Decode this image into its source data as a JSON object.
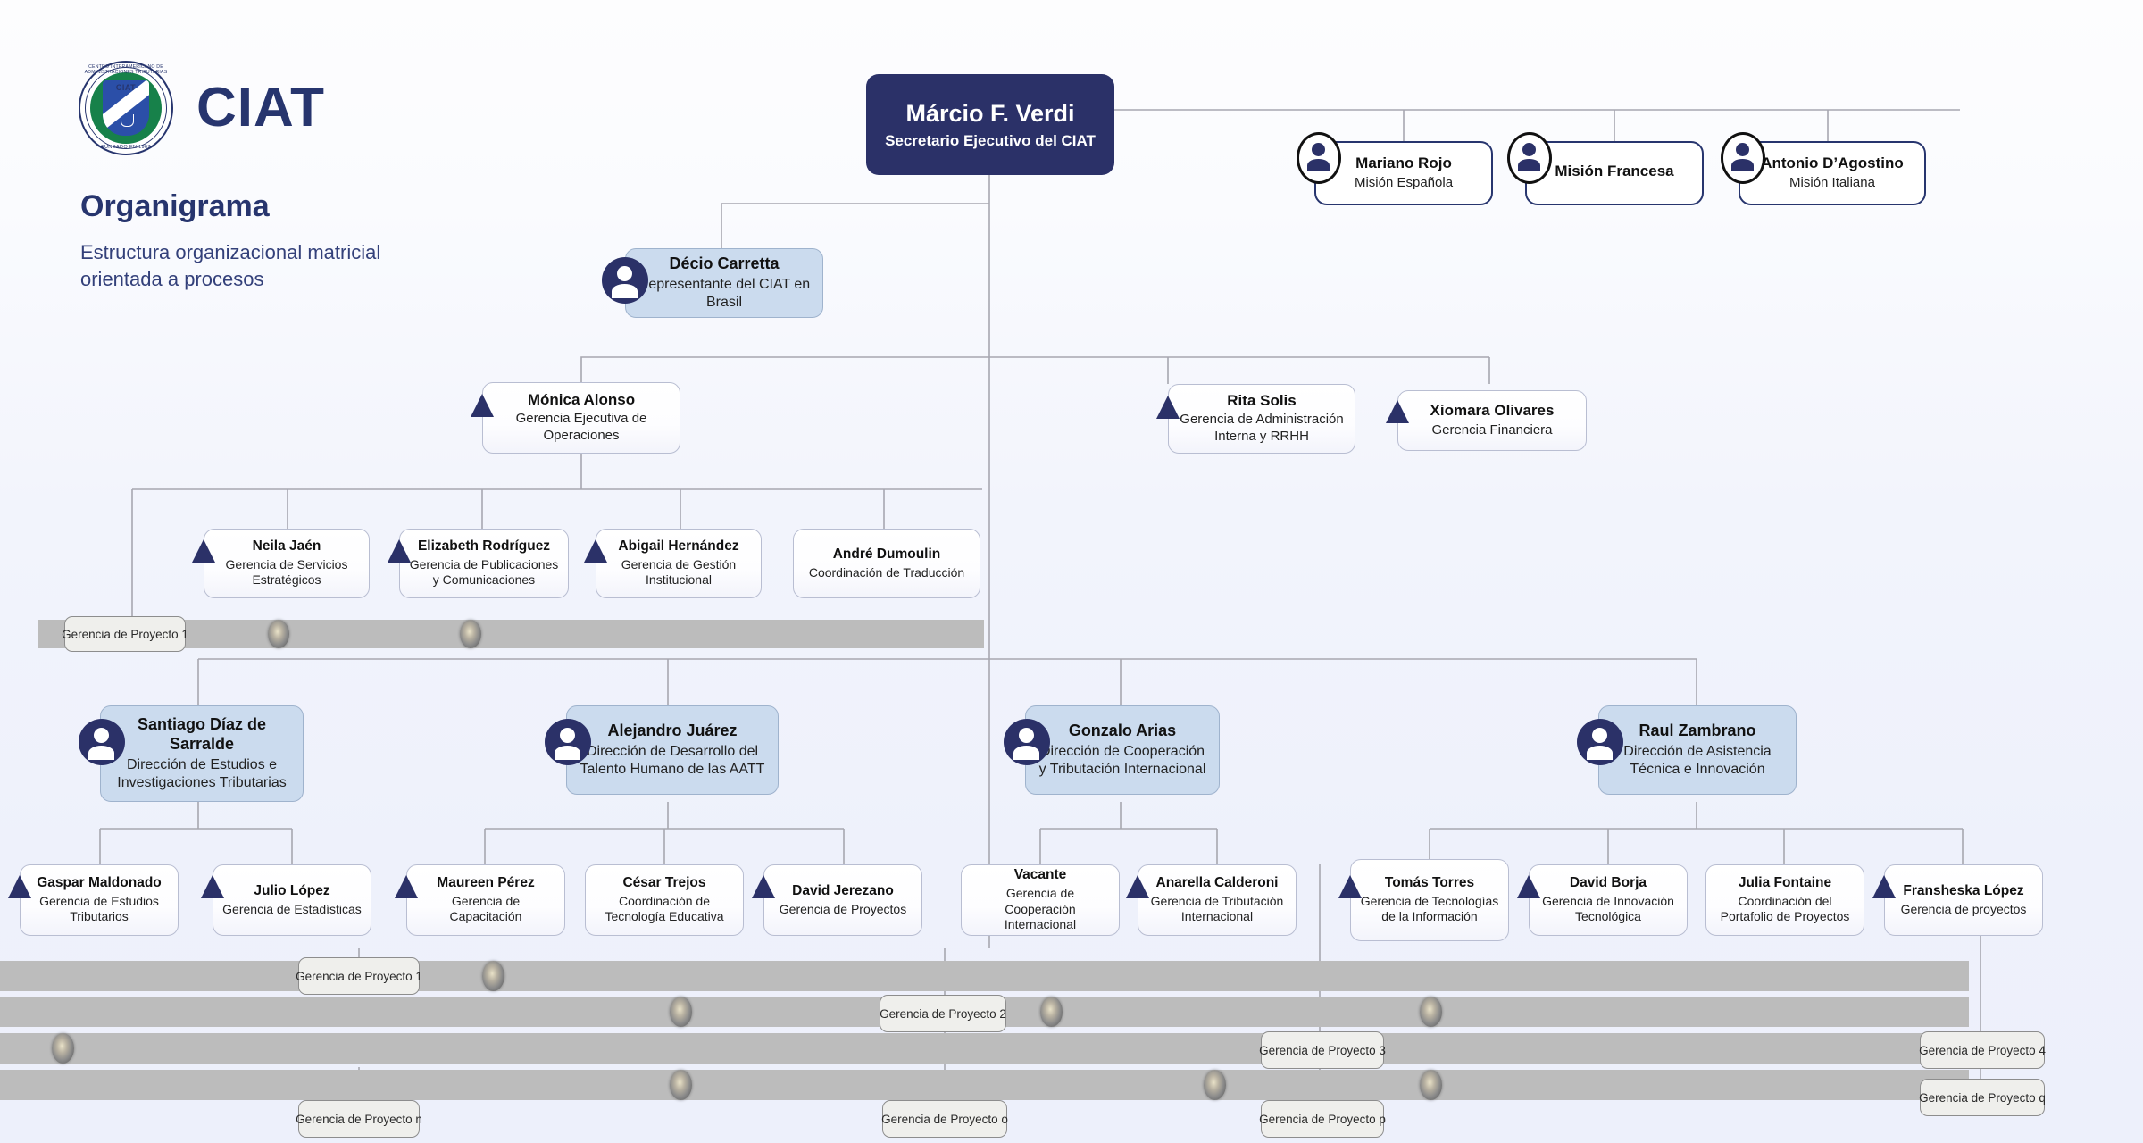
{
  "brand": {
    "acronym": "CIAT",
    "logo_center": "CIAT",
    "logo_arc_top": "CENTRO INTERAMERICANO DE ADMINISTRACIONES TRIBUTARIAS",
    "logo_arc_bottom": "· FUNDADO EN 1967 ·",
    "headline": "Organigrama",
    "subline": "Estructura organizacional matricial orientada a procesos",
    "accent_navy": "#27356e",
    "accent_green": "#17814a",
    "accent_blue": "#2b4fa8"
  },
  "colors": {
    "root_fill": "#2b3168",
    "blue_fill": "#cbdbee",
    "white_fill": "#ffffff",
    "bar_gray": "#bcbcbc",
    "line_gray": "#a7a7b0",
    "marker_navy": "#2b3168"
  },
  "root": {
    "name": "Márcio F. Verdi",
    "role": "Secretario Ejecutivo del CIAT"
  },
  "missions": [
    {
      "name": "Mariano Rojo",
      "role": "Misión Española"
    },
    {
      "name": "Misión Francesa",
      "role": ""
    },
    {
      "name": "Antonio D’Agostino",
      "role": "Misión Italiana"
    }
  ],
  "representative": {
    "name": "Décio Carretta",
    "role": "Representante del CIAT en Brasil"
  },
  "executive": {
    "name": "Mónica Alonso",
    "role": "Gerencia Ejecutiva de Operaciones"
  },
  "staff_right": [
    {
      "name": "Rita Solis",
      "role": "Gerencia de Administración Interna y RRHH"
    },
    {
      "name": "Xiomara Olivares",
      "role": "Gerencia Financiera"
    }
  ],
  "operations_units": [
    {
      "name": "Neila Jaén",
      "role": "Gerencia de Servicios Estratégicos",
      "marker": true
    },
    {
      "name": "Elizabeth Rodríguez",
      "role": "Gerencia de Publicaciones y Comunicaciones",
      "marker": true
    },
    {
      "name": "Abigail Hernández",
      "role": "Gerencia de Gestión Institucional",
      "marker": true
    },
    {
      "name": "André Dumoulin",
      "role": "Coordinación de Traducción",
      "marker": false
    }
  ],
  "directorates": [
    {
      "name": "Santiago Díaz de Sarralde",
      "role": "Dirección de Estudios e Investigaciones Tributarias"
    },
    {
      "name": "Alejandro Juárez",
      "role": "Dirección de Desarrollo del Talento Humano de las AATT"
    },
    {
      "name": "Gonzalo Arias",
      "role": "Dirección de Cooperación y Tributación Internacional"
    },
    {
      "name": "Raul Zambrano",
      "role": "Dirección de Asistencia Técnica e Innovación"
    }
  ],
  "managers": [
    {
      "name": "Gaspar Maldonado",
      "role": "Gerencia de Estudios Tributarios",
      "marker": true
    },
    {
      "name": "Julio López",
      "role": "Gerencia de Estadísticas",
      "marker": true
    },
    {
      "name": "Maureen Pérez",
      "role": "Gerencia de Capacitación",
      "marker": true
    },
    {
      "name": "César Trejos",
      "role": "Coordinación de Tecnología Educativa",
      "marker": false
    },
    {
      "name": "David Jerezano",
      "role": "Gerencia de Proyectos",
      "marker": true
    },
    {
      "name": "Vacante",
      "role": "Gerencia de Cooperación Internacional",
      "marker": false
    },
    {
      "name": "Anarella Calderoni",
      "role": "Gerencia de Tributación Internacional",
      "marker": true
    },
    {
      "name": "Tomás Torres",
      "role": "Gerencia de Tecnologías de la Información",
      "marker": true
    },
    {
      "name": "David Borja",
      "role": "Gerencia de Innovación Tecnológica",
      "marker": true
    },
    {
      "name": "Julia Fontaine",
      "role": "Coordinación del Portafolio de Proyectos",
      "marker": false
    },
    {
      "name": "Fransheska López",
      "role": "Gerencia de proyectos",
      "marker": true
    }
  ],
  "project_bars_upper": [
    {
      "label": "Gerencia de Proyecto 1"
    }
  ],
  "project_bars_lower": [
    {
      "label": "Gerencia de Proyecto 1"
    },
    {
      "label": "Gerencia de Proyecto 2"
    },
    {
      "label": "Gerencia de Proyecto 3"
    },
    {
      "label": "Gerencia de Proyecto 4"
    },
    {
      "label": "Gerencia de Proyecto n"
    },
    {
      "label": "Gerencia de Proyecto o"
    },
    {
      "label": "Gerencia de Proyecto p"
    },
    {
      "label": "Gerencia de Proyecto q"
    }
  ]
}
